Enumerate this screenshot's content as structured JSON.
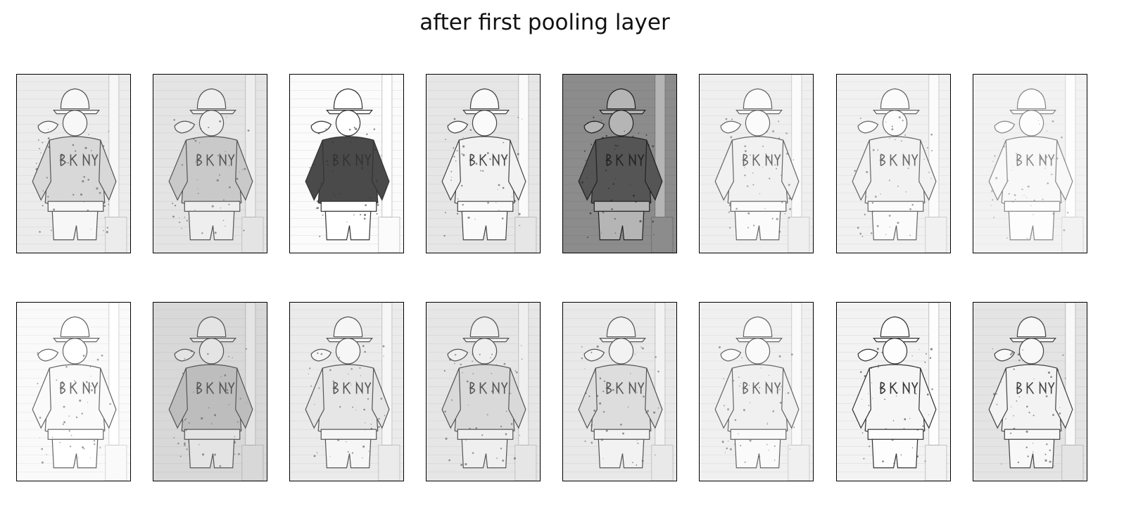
{
  "figure": {
    "title": "after first pooling layer"
  },
  "panels": [
    {
      "row": 1,
      "col": 1,
      "tone": "light-gray edge map",
      "bg": "#ececec",
      "fig": "#f7f7f7",
      "ink": "#555555",
      "jacket": "#d8d8d8"
    },
    {
      "row": 1,
      "col": 2,
      "tone": "gray edge map",
      "bg": "#e4e4e4",
      "fig": "#eeeeee",
      "ink": "#555555",
      "jacket": "#c9c9c9"
    },
    {
      "row": 1,
      "col": 3,
      "tone": "white background, dark jacket",
      "bg": "#fbfbfb",
      "fig": "#ffffff",
      "ink": "#333333",
      "jacket": "#4a4a4a"
    },
    {
      "row": 1,
      "col": 4,
      "tone": "light edge map",
      "bg": "#e6e6e6",
      "fig": "#fafafa",
      "ink": "#444444",
      "jacket": "#f2f2f2"
    },
    {
      "row": 1,
      "col": 5,
      "tone": "dark background activation",
      "bg": "#8c8c8c",
      "fig": "#b5b5b5",
      "ink": "#222222",
      "jacket": "#555555"
    },
    {
      "row": 1,
      "col": 6,
      "tone": "faint edge map",
      "bg": "#efefef",
      "fig": "#fbfbfb",
      "ink": "#666666",
      "jacket": "#f1f1f1"
    },
    {
      "row": 1,
      "col": 7,
      "tone": "faint edge map",
      "bg": "#f1f1f1",
      "fig": "#fbfbfb",
      "ink": "#666666",
      "jacket": "#f2f2f2"
    },
    {
      "row": 1,
      "col": 8,
      "tone": "very faint map",
      "bg": "#f2f2f2",
      "fig": "#fdfdfd",
      "ink": "#888888",
      "jacket": "#f8f8f8"
    },
    {
      "row": 2,
      "col": 1,
      "tone": "very faint map",
      "bg": "#fafafa",
      "fig": "#ffffff",
      "ink": "#666666",
      "jacket": "#fafafa"
    },
    {
      "row": 2,
      "col": 2,
      "tone": "mid-gray texture map",
      "bg": "#d8d8d8",
      "fig": "#e4e4e4",
      "ink": "#555555",
      "jacket": "#bdbdbd"
    },
    {
      "row": 2,
      "col": 3,
      "tone": "light edge map",
      "bg": "#ebebeb",
      "fig": "#f6f6f6",
      "ink": "#555555",
      "jacket": "#e6e6e6"
    },
    {
      "row": 2,
      "col": 4,
      "tone": "light texture map",
      "bg": "#e6e6e6",
      "fig": "#efefef",
      "ink": "#555555",
      "jacket": "#d9d9d9"
    },
    {
      "row": 2,
      "col": 5,
      "tone": "light texture map",
      "bg": "#e9e9e9",
      "fig": "#f2f2f2",
      "ink": "#555555",
      "jacket": "#dddddd"
    },
    {
      "row": 2,
      "col": 6,
      "tone": "faint edge map",
      "bg": "#f0f0f0",
      "fig": "#fafafa",
      "ink": "#666666",
      "jacket": "#f0f0f0"
    },
    {
      "row": 2,
      "col": 7,
      "tone": "sharp edge map",
      "bg": "#f3f3f3",
      "fig": "#fdfdfd",
      "ink": "#333333",
      "jacket": "#f6f6f6"
    },
    {
      "row": 2,
      "col": 8,
      "tone": "light edge map",
      "bg": "#e4e4e4",
      "fig": "#f8f8f8",
      "ink": "#444444",
      "jacket": "#f3f3f3"
    }
  ]
}
